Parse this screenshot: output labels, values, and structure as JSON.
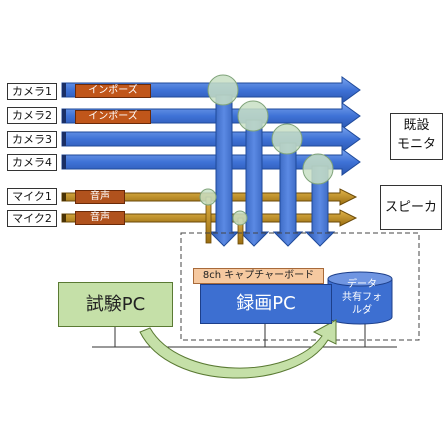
{
  "cameras": [
    {
      "label": "カメラ1"
    },
    {
      "label": "カメラ2"
    },
    {
      "label": "カメラ3"
    },
    {
      "label": "カメラ4"
    }
  ],
  "mics": [
    {
      "label": "マイク1"
    },
    {
      "label": "マイク2"
    }
  ],
  "tags": {
    "inposes": [
      "インポーズ",
      "インポーズ"
    ],
    "audio": [
      "音声",
      "音声"
    ]
  },
  "outputs": {
    "monitor_line1": "既設",
    "monitor_line2": "モニタ",
    "speaker": "スピーカ"
  },
  "test_pc": "試験PC",
  "capture_board": "8ch キャプチャーボード",
  "recording_pc": "録画PC",
  "shared_folder": {
    "line1": "データ",
    "line2": "共有フォ",
    "line3": "ルダ"
  },
  "colors": {
    "video_arrow": "#4a7fe0",
    "audio_arrow": "#b8860b",
    "test_pc_fill": "#c5e0a8",
    "recording_pc_fill": "#3d6fd1",
    "capture_fill": "#f6c9a0",
    "tap_circle": "#c8dfc4"
  }
}
